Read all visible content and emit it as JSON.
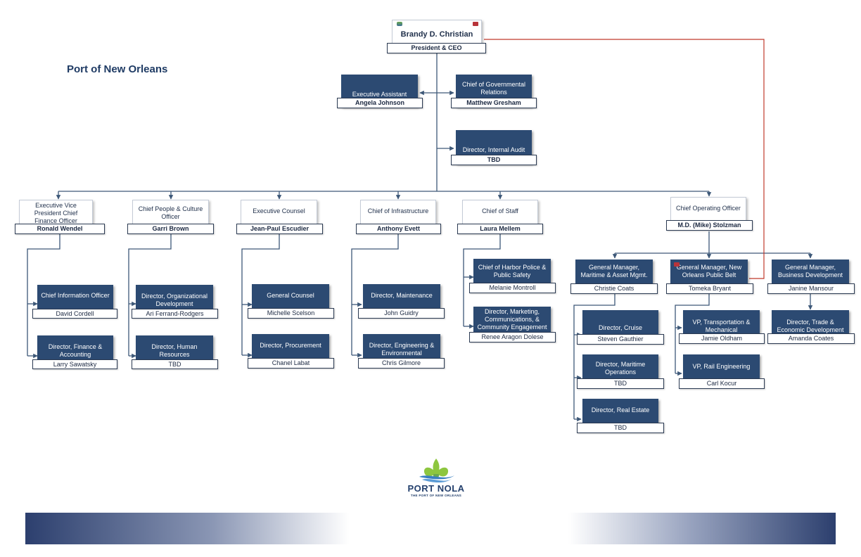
{
  "page": {
    "title": "Port of New Orleans"
  },
  "logo": {
    "wordmark": "PORT NOLA",
    "tagline": "THE PORT OF NEW ORLEANS",
    "icon": "fleur-de-lis-logo-icon"
  },
  "colors": {
    "box_dark": "#2c4a72",
    "connector": "#3d5878",
    "dotted_line": "#c0392b"
  },
  "ceo": {
    "name": "Brandy D. Christian",
    "title": "President & CEO"
  },
  "ceo_staff": [
    {
      "title": "Executive Assistant",
      "name": "Angela Johnson"
    },
    {
      "title": "Chief of Governmental Relations",
      "name": "Matthew Gresham"
    },
    {
      "title": "Director, Internal Audit",
      "name": "TBD"
    }
  ],
  "divisions": [
    {
      "title": "Executive Vice President Chief Finance Officer",
      "name": "Ronald Wendel",
      "reports": [
        {
          "title": "Chief Information Officer",
          "name": "David Cordell"
        },
        {
          "title": "Director, Finance & Accounting",
          "name": "Larry Sawatsky"
        }
      ]
    },
    {
      "title": "Chief People & Culture Officer",
      "name": "Garri Brown",
      "reports": [
        {
          "title": "Director, Organizational Development",
          "name": "Ari Ferrand-Rodgers"
        },
        {
          "title": "Director, Human Resources",
          "name": "TBD"
        }
      ]
    },
    {
      "title": "Executive Counsel",
      "name": "Jean-Paul Escudier",
      "reports": [
        {
          "title": "General Counsel",
          "name": "Michelle Scelson"
        },
        {
          "title": "Director, Procurement",
          "name": "Chanel Labat"
        }
      ]
    },
    {
      "title": "Chief of Infrastructure",
      "name": "Anthony Evett",
      "reports": [
        {
          "title": "Director, Maintenance",
          "name": "John Guidry"
        },
        {
          "title": "Director, Engineering & Environmental",
          "name": "Chris Gilmore"
        }
      ]
    },
    {
      "title": "Chief of Staff",
      "name": "Laura Mellem",
      "reports": [
        {
          "title": "Chief of Harbor Police & Public Safety",
          "name": "Melanie Montroll"
        },
        {
          "title": "Director, Marketing, Communications, & Community Engagement",
          "name": "Renee Aragon Dolese"
        }
      ]
    },
    {
      "title": "Chief Operating Officer",
      "name": "M.D. (Mike) Stolzman"
    }
  ],
  "coo_reports": [
    {
      "title": "General Manager, Maritime & Asset Mgmt.",
      "name": "Christie Coats",
      "reports": [
        {
          "title": "Director, Cruise",
          "name": "Steven Gauthier"
        },
        {
          "title": "Director, Maritime Operations",
          "name": "TBD"
        },
        {
          "title": "Director, Real Estate",
          "name": "TBD"
        }
      ]
    },
    {
      "title": "General Manager, New Orleans Public Belt",
      "name": "Tomeka Bryant",
      "reports": [
        {
          "title": "VP, Transportation & Mechanical",
          "name": "Jamie Oldham"
        },
        {
          "title": "VP, Rail Engineering",
          "name": "Carl Kocur"
        }
      ]
    },
    {
      "title": "General Manager, Business Development",
      "name": "Janine Mansour",
      "reports": [
        {
          "title": "Director, Trade & Economic Development",
          "name": "Amanda Coates"
        }
      ]
    }
  ]
}
